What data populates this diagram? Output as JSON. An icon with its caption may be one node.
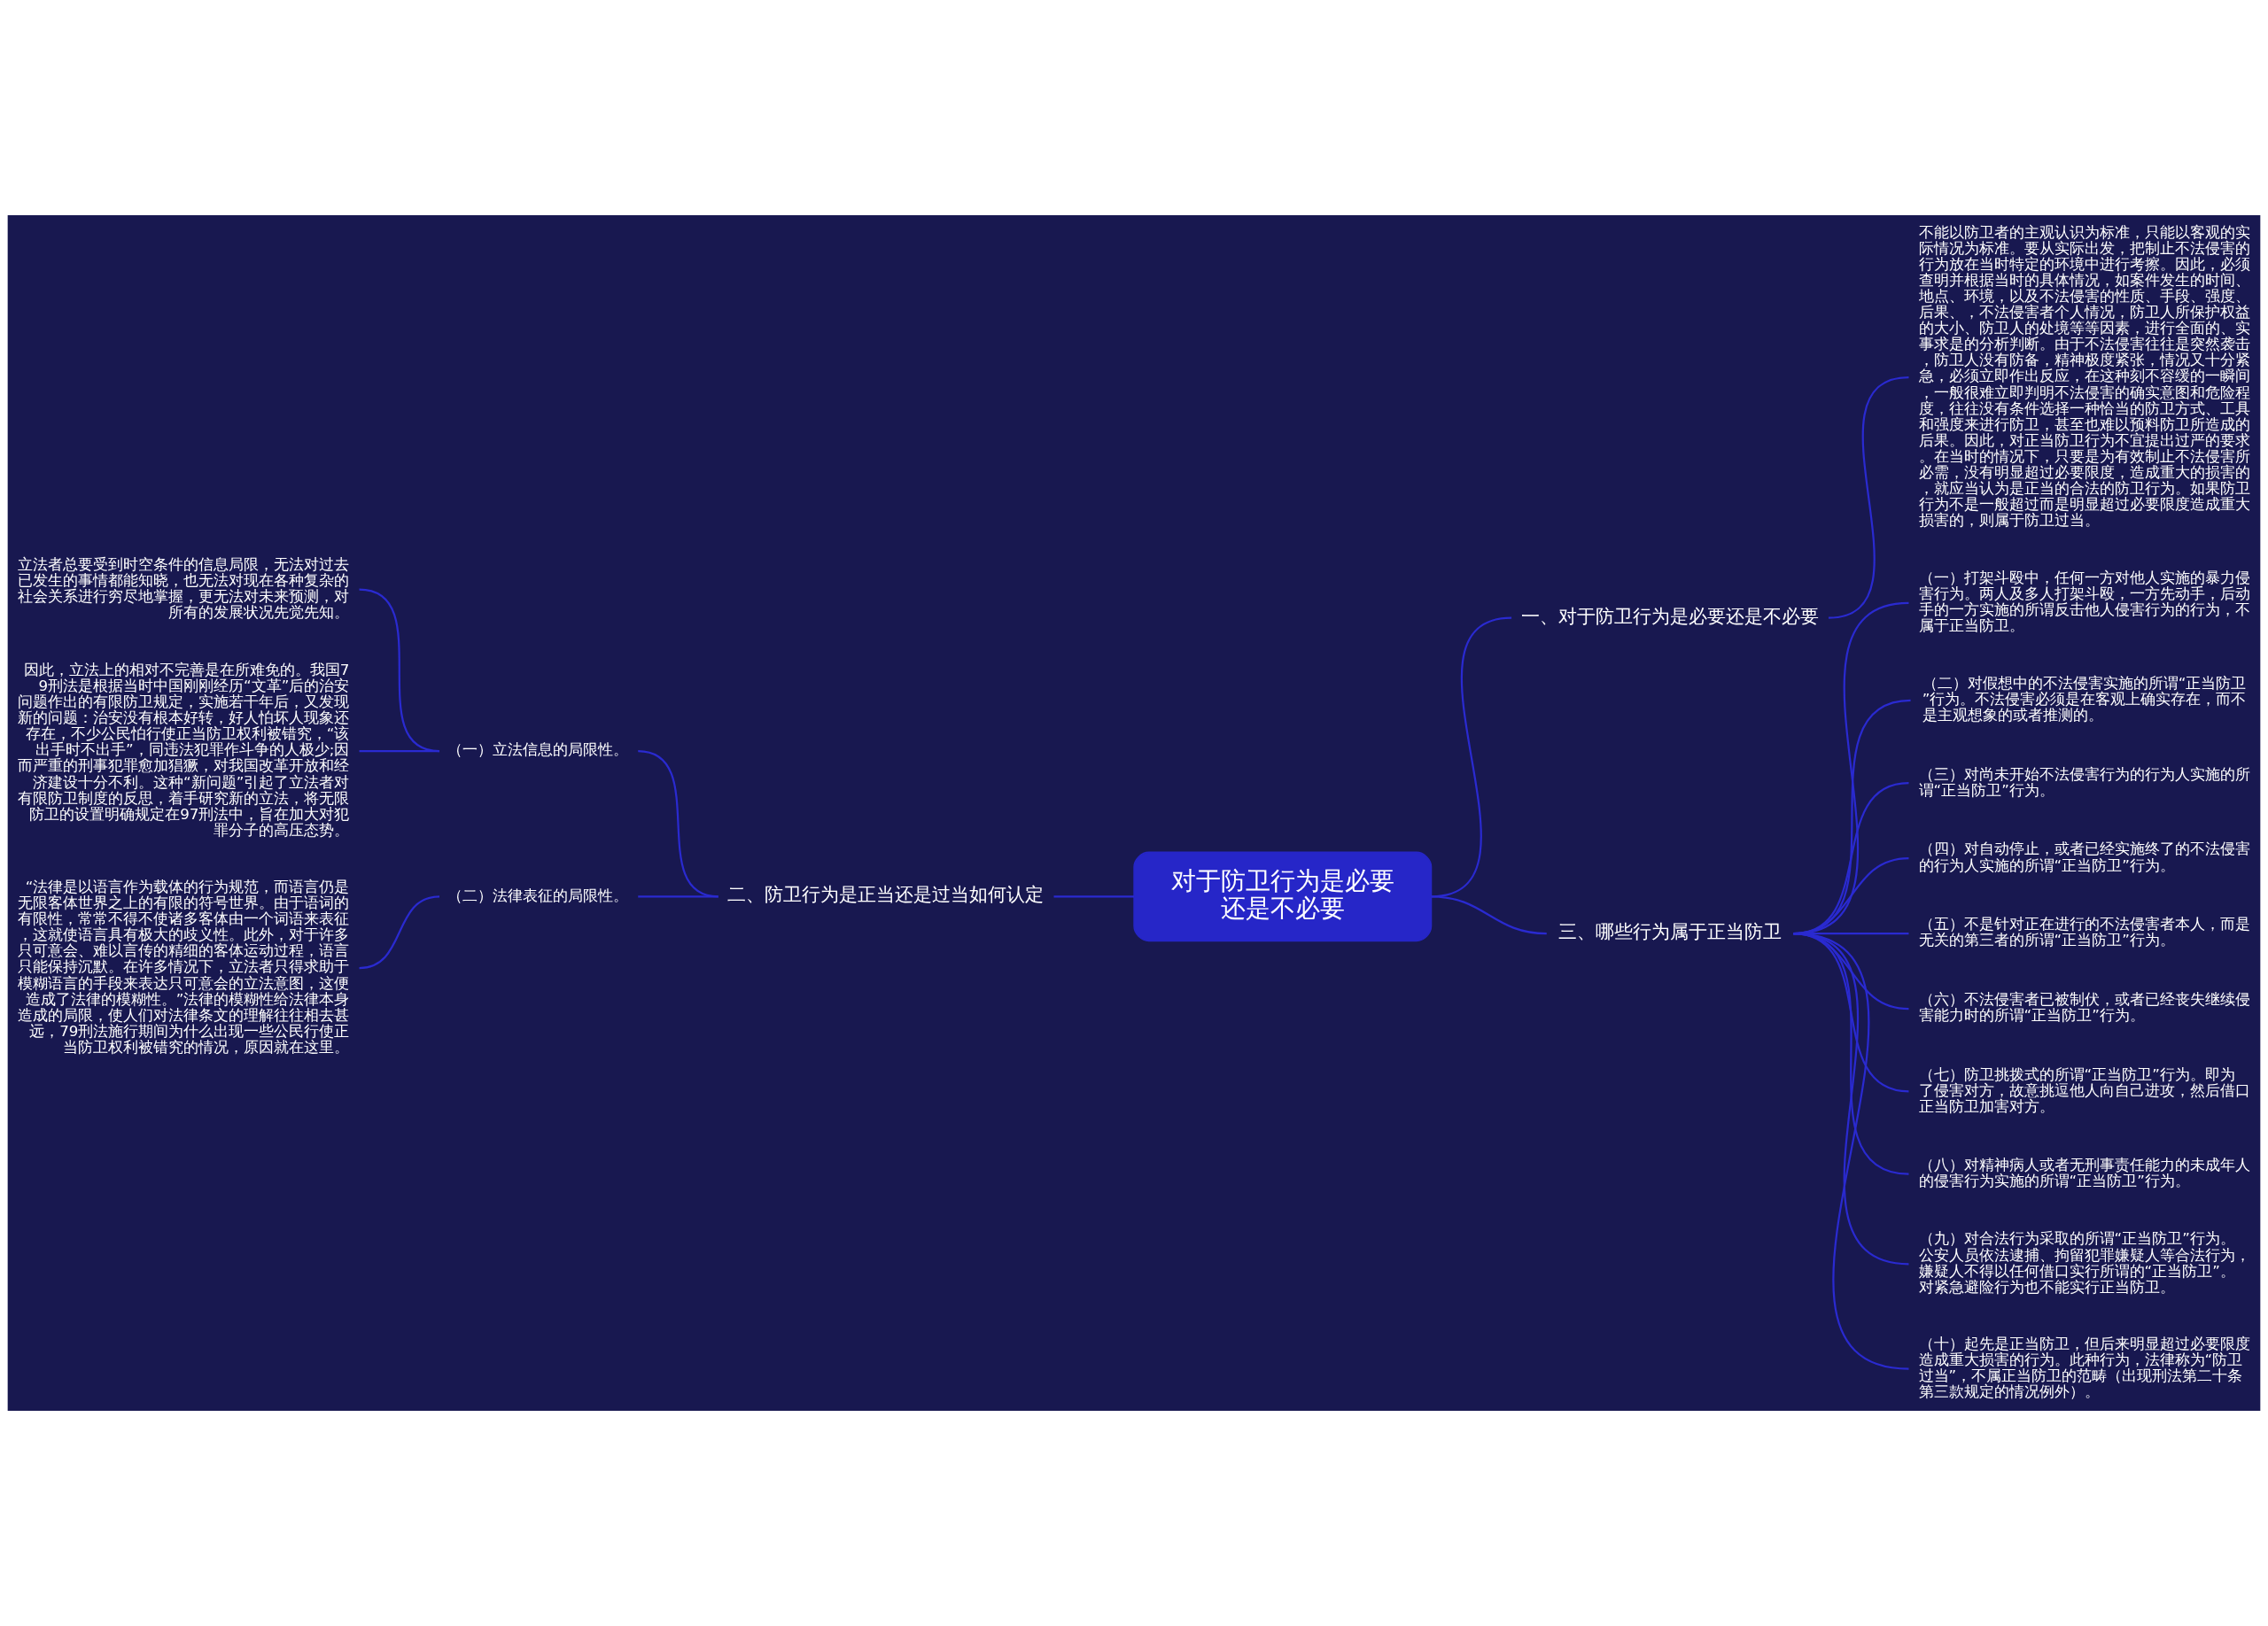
{
  "diagram": {
    "nodes": [
      {
        "text": [
          "对于防卫行为是必要还是不必要"
        ]
      },
      {
        "text": [
          "一、对于防卫行为是必要还是不必要"
        ]
      },
      {
        "text": [
          "不能以防卫者的主观认识为标准，只能以客观的实际情况为标准。要从实际出发，把制止不法侵害的行为放在当时特定的环境中进行考擦。因此，必须查明并根据当时的具体情况，如案件发生的时间、地点、环境，以及不法侵害的性质、手段、强度、后果、，不法侵害者个人情况，防卫人所保护权益的大小、防卫人的处境等等因素，进行全面的、实事求是的分析判断。由于不法侵害往往是突然袭击，防卫人没有防备，精神极度紧张，情况又十分紧急，必须立即作出反应，在这种刻不容缓的一瞬间，一般很难立即判明不法侵害的确实意图和危险程度，往往没有条件选择一种恰当的防卫方式、工具和强度来进行防卫，甚至也难以预料防卫所造成的后果。因此，对正当防卫行为不宜提出过严的要求。在当时的情况下，只要是为有效制止不法侵害所必需，没有明显超过必要限度，造成重大的损害的，就应当认为是正当的合法的防卫行为。如果防卫行为不是一般超过而是明显超过必要限度造成重大损害的，则属于防卫过当。"
        ]
      },
      {
        "text": [
          "三、哪些行为属于正当防卫"
        ]
      },
      {
        "text": [
          "（一）打架斗殴中，任何一方对他人实施的暴力侵害行为。两人及多人打架斗殴，一方先动手，后动手的一方实施的所谓反击他人侵害行为的行为，不属于正当防卫。"
        ]
      },
      {
        "text": [
          "（二）对假想中的不法侵害实施的所谓“正当防卫”行为。不法侵害必须是在客观上确实存在，而不是主观想象的或者推测的。"
        ]
      },
      {
        "text": [
          "（三）对尚未开始不法侵害行为的行为人实施的所谓“正当防卫”行为。"
        ]
      },
      {
        "text": [
          "（四）对自动停止，或者已经实施终了的不法侵害的行为人实施的所谓“正当防卫”行为。"
        ]
      },
      {
        "text": [
          "（五）不是针对正在进行的不法侵害者本人，而是无关的第三者的所谓“正当防卫”行为。"
        ]
      },
      {
        "text": [
          "（六）不法侵害者已被制伏，或者已经丧失继续侵害能力时的所谓“正当防卫”行为。"
        ]
      },
      {
        "text": [
          "（七）防卫挑拨式的所谓“正当防卫”行为。即为了侵害对方，故意挑逗他人向自己进攻，然后借口正当防卫加害对方。"
        ]
      },
      {
        "text": [
          "（八）对精神病人或者无刑事责任能力的未成年人的侵害行为实施的所谓“正当防卫”行为。"
        ]
      },
      {
        "text": [
          "（九）对合法行为采取的所谓“正当防卫”行为。公安人员依法逮捕、拘留犯罪嫌疑人等合法行为，嫌疑人不得以任何借口实行所谓的“正当防卫”。对紧急避险行为也不能实行正当防卫。"
        ]
      },
      {
        "text": [
          "（十）起先是正当防卫，但后来明显超过必要限度造成重大损害的行为。此种行为，法律称为“防卫过当”，不属正当防卫的范畴（出现刑法第二十条第三款规定的情况例外）。"
        ]
      },
      {
        "text": [
          "二、防卫行为是正当还是过当如何认定"
        ]
      },
      {
        "text": [
          "（一）立法信息的局限性。"
        ]
      },
      {
        "text": [
          "立法者总要受到时空条件的信息局限，无法对过去已发生的事情都能知晓，也无法对现在各种复杂的社会关系进行穷尽地掌握，更无法对未来预测，对所有的发展状况先觉先知。"
        ]
      },
      {
        "text": [
          "因此，立法上的相对不完善是在所难免的。我国79刑法是根据当时中国刚刚经历“文革”后的治安问题作出的有限防卫规定，实施若干年后，又发现新的问题：治安没有根本好转，好人怕坏人现象还存在，不少公民怕行使正当防卫权利被错究，“该出手时不出手”，同违法犯罪作斗争的人极少;因而严重的刑事犯罪愈加猖獗，对我国改革开放和经济建设十分不利。这种“新问题”引起了立法者对有限防卫制度的反思，着手研究新的立法，将无限防卫的设置明确规定在97刑法中，旨在加大对犯罪分子的高压态势。"
        ]
      },
      {
        "text": [
          "（二）法律表征的局限性。"
        ]
      },
      {
        "text": [
          "“法律是以语言作为载体的行为规范，而语言仍是无限客体世界之上的有限的符号世界。由于语词的有限性，常常不得不使诸多客体由一个词语来表征，这就使语言具有极大的歧义性。此外，对于许多只可意会、难以言传的精细的客体运动过程，语言只能保持沉默。在许多情况下，立法者只得求助于模糊语言的手段来表达只可意会的立法意图，这便造成了法律的模糊性。”法律的模糊性给法律本身造成的局限，使人们对法律条文的理解往往相去甚远，79刑法施行期间为什么出现一些公民行使正当防卫权利被错究的情况，原因就在这里。"
        ]
      }
    ],
    "edges": [
      {
        "from": 0,
        "to": 1,
        "arrow": "none"
      },
      {
        "from": 1,
        "to": 2,
        "arrow": "none"
      },
      {
        "from": 0,
        "to": 3,
        "arrow": "none"
      },
      {
        "from": 3,
        "to": 4,
        "arrow": "none"
      },
      {
        "from": 3,
        "to": 5,
        "arrow": "none"
      },
      {
        "from": 3,
        "to": 6,
        "arrow": "none"
      },
      {
        "from": 3,
        "to": 7,
        "arrow": "none"
      },
      {
        "from": 3,
        "to": 8,
        "arrow": "none"
      },
      {
        "from": 3,
        "to": 9,
        "arrow": "none"
      },
      {
        "from": 3,
        "to": 10,
        "arrow": "none"
      },
      {
        "from": 3,
        "to": 11,
        "arrow": "none"
      },
      {
        "from": 3,
        "to": 12,
        "arrow": "none"
      },
      {
        "from": 3,
        "to": 13,
        "arrow": "none"
      },
      {
        "from": 0,
        "to": 14,
        "arrow": "none"
      },
      {
        "from": 14,
        "to": 15,
        "arrow": "none"
      },
      {
        "from": 15,
        "to": 16,
        "arrow": "none"
      },
      {
        "from": 15,
        "to": 17,
        "arrow": "none"
      },
      {
        "from": 14,
        "to": 18,
        "arrow": "none"
      },
      {
        "from": 18,
        "to": 19,
        "arrow": "none"
      }
    ]
  }
}
